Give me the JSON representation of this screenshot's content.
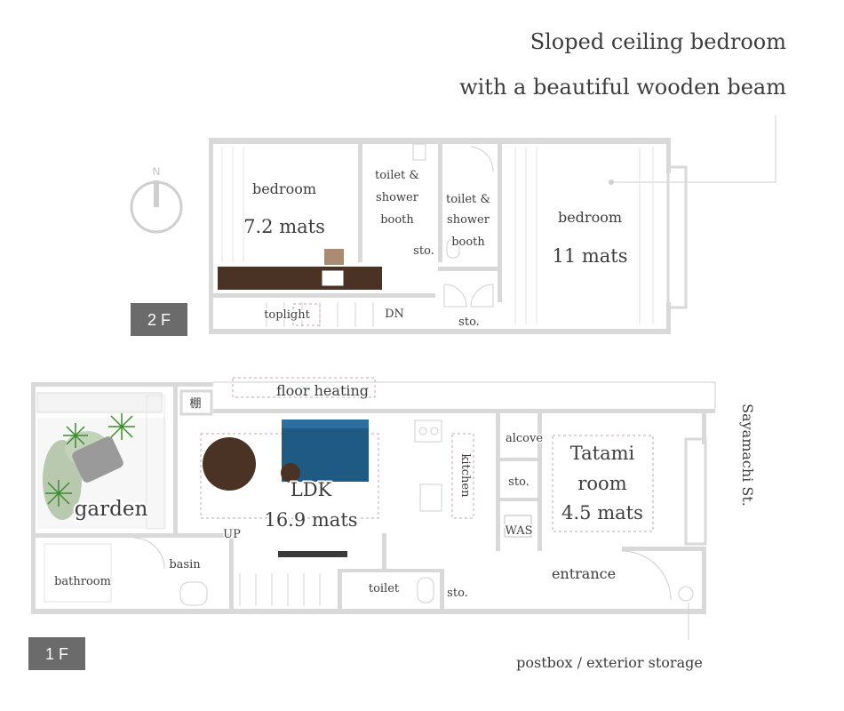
{
  "title": {
    "line1": "Sloped ceiling bedroom",
    "line2": "with a beautiful wooden beam"
  },
  "compass": {
    "label": "N"
  },
  "floors": {
    "second": {
      "badge": "2 F",
      "rooms": {
        "bedroom_left": {
          "name": "bedroom",
          "size": "7.2 mats"
        },
        "toilet1": [
          "toilet &",
          "shower",
          "booth"
        ],
        "toilet2": [
          "toilet &",
          "shower",
          "booth"
        ],
        "sto_upper": "sto.",
        "bedroom_right": {
          "name": "bedroom",
          "size": "11 mats"
        },
        "toplight": "toplight",
        "dn": "DN",
        "sto_lower": "sto."
      }
    },
    "first": {
      "badge": "1 F",
      "rooms": {
        "floor_heating": "floor heating",
        "shelf": "棚",
        "garden": "garden",
        "ldk": {
          "name": "LDK",
          "size": "16.9 mats"
        },
        "up": "UP",
        "kitchen": "kitchen",
        "alcove": "alcove",
        "sto_a": "sto.",
        "was": "WAS",
        "tatami": {
          "line1": "Tatami",
          "line2": "room",
          "size": "4.5 mats"
        },
        "basin": "basin",
        "bathroom": "bathroom",
        "toilet": "toilet",
        "sto_b": "sto.",
        "entrance": "entrance"
      }
    }
  },
  "street": "Sayamachi St.",
  "postbox": "postbox / exterior storage",
  "colors": {
    "wall": "#d9d9d9",
    "desk": "#4a3325",
    "sofa": "#1f5a85",
    "table": "#4a3325",
    "badge": "#6b6b6b",
    "text": "#3d3d3d"
  }
}
